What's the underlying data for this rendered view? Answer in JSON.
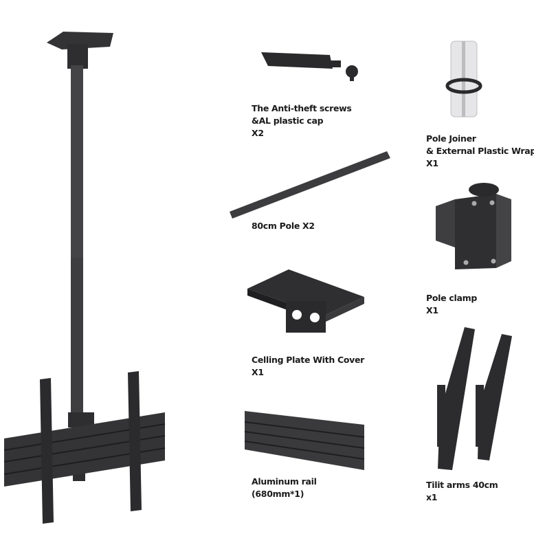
{
  "colors": {
    "metal": "#3a3a3c",
    "metal_dark": "#262628",
    "metal_light": "#55575a",
    "background": "#ffffff",
    "joiner": "#e4e4e4"
  },
  "parts": [
    {
      "name": "anti-theft-screws",
      "lines": [
        "The Anti-theft screws",
        "&AL plastic cap",
        "X2"
      ]
    },
    {
      "name": "pole-joiner",
      "lines": [
        "Pole Joiner",
        "& External Plastic Wrap",
        "X1"
      ]
    },
    {
      "name": "pole",
      "lines": [
        "80cm Pole X2"
      ]
    },
    {
      "name": "pole-clamp",
      "lines": [
        "Pole clamp",
        "X1"
      ]
    },
    {
      "name": "ceiling-plate",
      "lines": [
        "Celling Plate With Cover",
        "X1"
      ]
    },
    {
      "name": "aluminum-rail",
      "lines": [
        "Aluminum rail",
        "(680mm*1)"
      ]
    },
    {
      "name": "tilt-arms",
      "lines": [
        "Tilit arms 40cm",
        "x1"
      ]
    }
  ]
}
